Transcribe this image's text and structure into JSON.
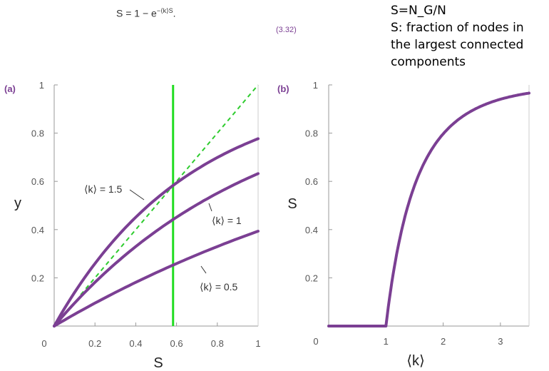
{
  "header": {
    "equation_lhs": "S = 1 − e",
    "equation_exp": "−⟨k⟩S",
    "equation_end": ".",
    "equation_number": "(3.32)"
  },
  "note": {
    "line1": "S=N_G/N",
    "line2": "S: fraction of nodes in",
    "line3": "the largest connected",
    "line4": "components"
  },
  "panels": {
    "a_label": "(a)",
    "b_label": "(b)"
  },
  "colors": {
    "curve": "#7b3f93",
    "diagonal": "#2ecc2e",
    "vline": "#22dd22",
    "axis": "#999999",
    "tick_text": "#555555"
  },
  "chart_data": [
    {
      "panel": "(a)",
      "type": "line",
      "xlabel": "S",
      "ylabel": "y",
      "xlim": [
        0,
        1
      ],
      "ylim": [
        0,
        1
      ],
      "xticks": [
        "0",
        "0.2",
        "0.4",
        "0.6",
        "0.8",
        "1"
      ],
      "yticks": [
        "0.2",
        "0.4",
        "0.6",
        "0.8",
        "1"
      ],
      "series": [
        {
          "k": 1.5,
          "label": "⟨k⟩ = 1.5",
          "x": [
            0,
            0.1,
            0.2,
            0.3,
            0.4,
            0.5,
            0.6,
            0.7,
            0.8,
            0.9,
            1.0
          ],
          "y": [
            0,
            0.139,
            0.259,
            0.362,
            0.451,
            0.528,
            0.593,
            0.65,
            0.699,
            0.741,
            0.777
          ]
        },
        {
          "k": 1,
          "label": "⟨k⟩ = 1",
          "x": [
            0,
            0.1,
            0.2,
            0.3,
            0.4,
            0.5,
            0.6,
            0.7,
            0.8,
            0.9,
            1.0
          ],
          "y": [
            0,
            0.095,
            0.181,
            0.259,
            0.33,
            0.393,
            0.451,
            0.503,
            0.551,
            0.593,
            0.632
          ]
        },
        {
          "k": 0.5,
          "label": "⟨k⟩ = 0.5",
          "x": [
            0,
            0.1,
            0.2,
            0.3,
            0.4,
            0.5,
            0.6,
            0.7,
            0.8,
            0.9,
            1.0
          ],
          "y": [
            0,
            0.049,
            0.095,
            0.139,
            0.181,
            0.221,
            0.259,
            0.295,
            0.33,
            0.362,
            0.393
          ]
        }
      ],
      "reference_line": {
        "style": "dashed",
        "x": [
          0.13,
          1.0
        ],
        "y": [
          0.13,
          1.0
        ]
      },
      "vertical_line": {
        "x": 0.583
      }
    },
    {
      "panel": "(b)",
      "type": "line",
      "xlabel": "⟨k⟩",
      "ylabel": "S",
      "xlim": [
        0,
        3.5
      ],
      "ylim": [
        0,
        1
      ],
      "xticks": [
        "0",
        "1",
        "2",
        "3"
      ],
      "yticks": [
        "0.2",
        "0.4",
        "0.6",
        "0.8",
        "1"
      ],
      "series": [
        {
          "x": [
            0,
            1.0,
            1.05,
            1.1,
            1.2,
            1.3,
            1.4,
            1.5,
            1.75,
            2.0,
            2.5,
            3.0,
            3.5
          ],
          "y": [
            0,
            0,
            0.095,
            0.176,
            0.314,
            0.424,
            0.51,
            0.583,
            0.72,
            0.797,
            0.893,
            0.94,
            0.965
          ]
        }
      ]
    }
  ]
}
